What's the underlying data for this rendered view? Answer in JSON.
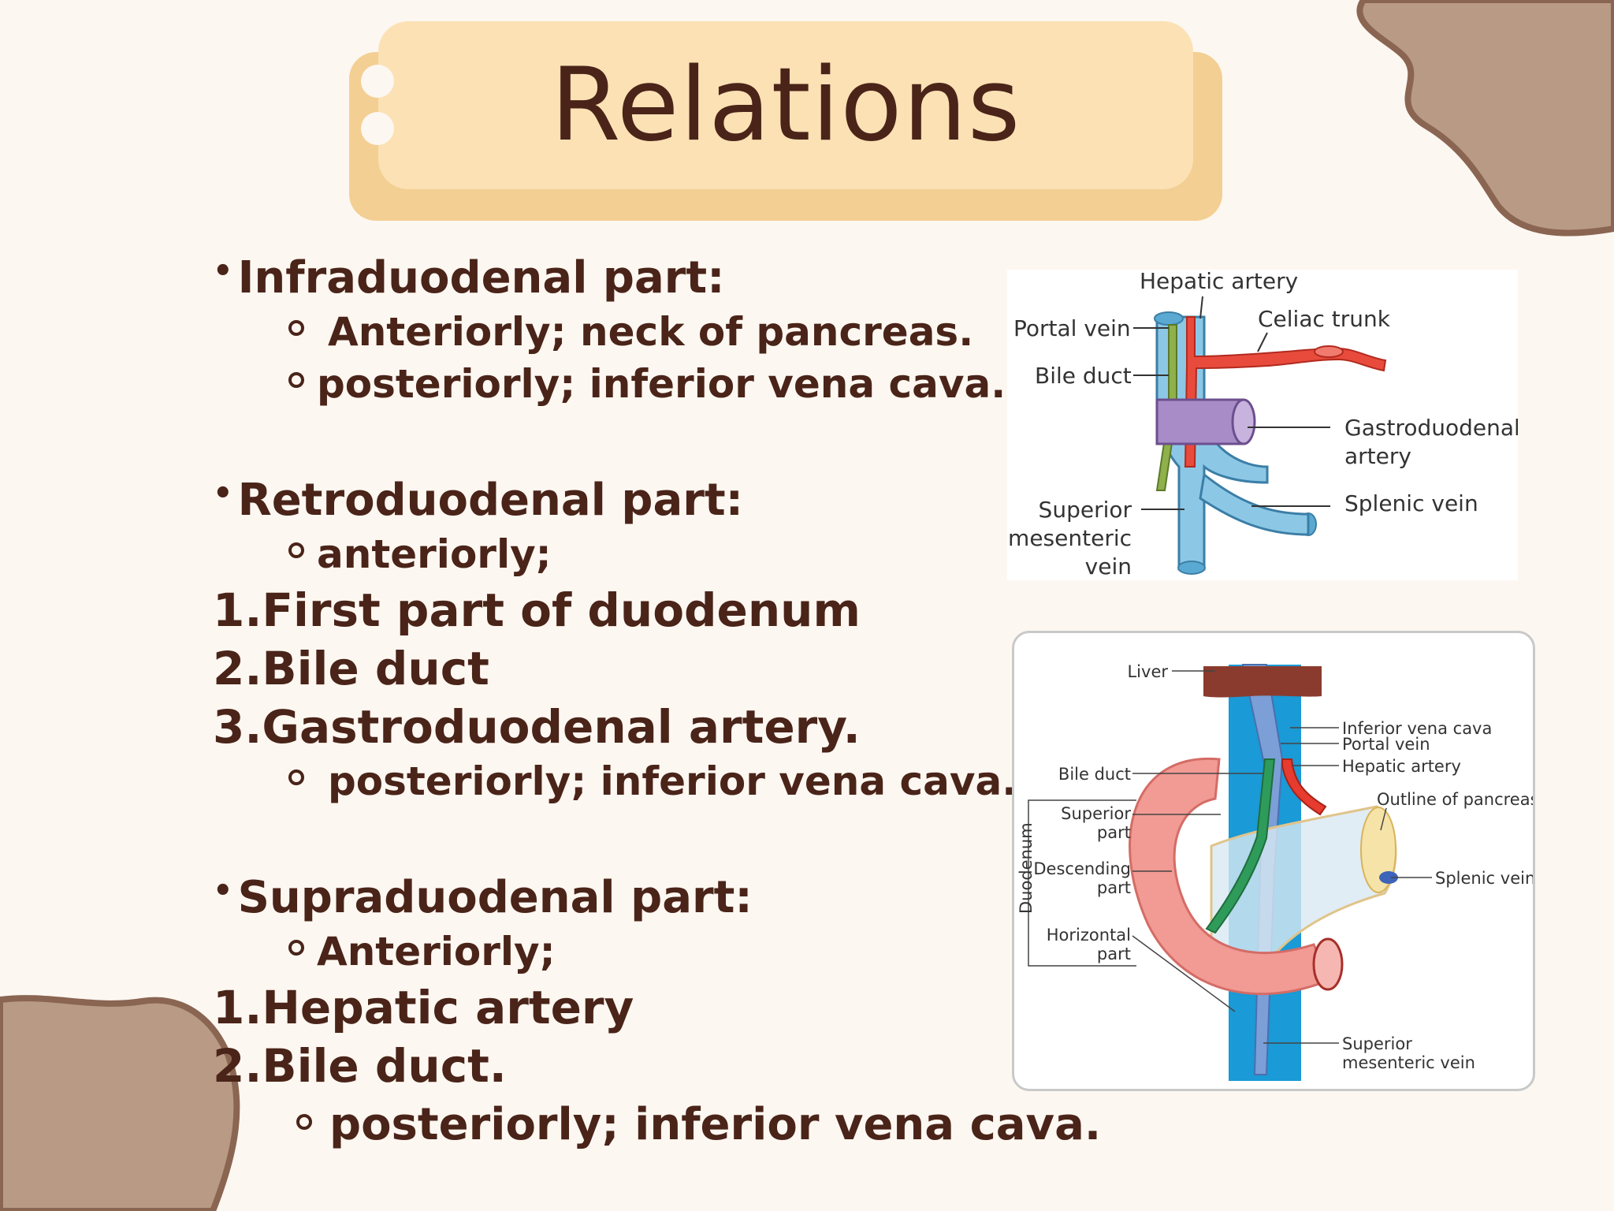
{
  "title": "Relations",
  "sections": {
    "infra": {
      "heading": "Infraduodenal part:",
      "sub1": "Anteriorly; neck of pancreas.",
      "sub2": "posteriorly; inferior vena cava."
    },
    "retro": {
      "heading": "Retroduodenal part:",
      "sub1": "anteriorly;",
      "list": [
        "1.First part of duodenum",
        "2.Bile duct",
        "3.Gastroduodenal artery."
      ],
      "sub2": "posteriorly; inferior vena cava."
    },
    "supra": {
      "heading": "Supraduodenal part:",
      "sub1": "Anteriorly;",
      "list": [
        "1.Hepatic artery",
        "2.Bile duct."
      ],
      "sub2": "posteriorly; inferior vena cava."
    }
  },
  "figure1": {
    "labels": {
      "hepatic_artery": "Hepatic artery",
      "portal_vein": "Portal vein",
      "celiac_trunk": "Celiac trunk",
      "bile_duct": "Bile duct",
      "gastroduodenal_1": "Gastroduodenal",
      "gastroduodenal_2": "artery",
      "splenic_vein": "Splenic vein",
      "smv_1": "Superior",
      "smv_2": "mesenteric",
      "smv_3": "vein"
    }
  },
  "figure2": {
    "labels": {
      "liver": "Liver",
      "ivc": "Inferior vena cava",
      "portal_vein": "Portal vein",
      "bile_duct": "Bile duct",
      "hepatic_artery": "Hepatic artery",
      "superior_1": "Superior",
      "superior_2": "part",
      "outline_pancreas": "Outline of pancreas",
      "duodenum": "Duodenum",
      "descending_1": "Descending",
      "descending_2": "part",
      "splenic_vein": "Splenic vein",
      "horizontal_1": "Horizontal",
      "horizontal_2": "part",
      "smv_1": "Superior",
      "smv_2": "mesenteric vein"
    }
  },
  "colors": {
    "text": "#4a2419",
    "banner": "#fbe1b4",
    "banner_shadow": "#f3cf93",
    "blob": "#b89a85",
    "blob_outline": "#8a6552",
    "background": "#fdf7f1"
  }
}
